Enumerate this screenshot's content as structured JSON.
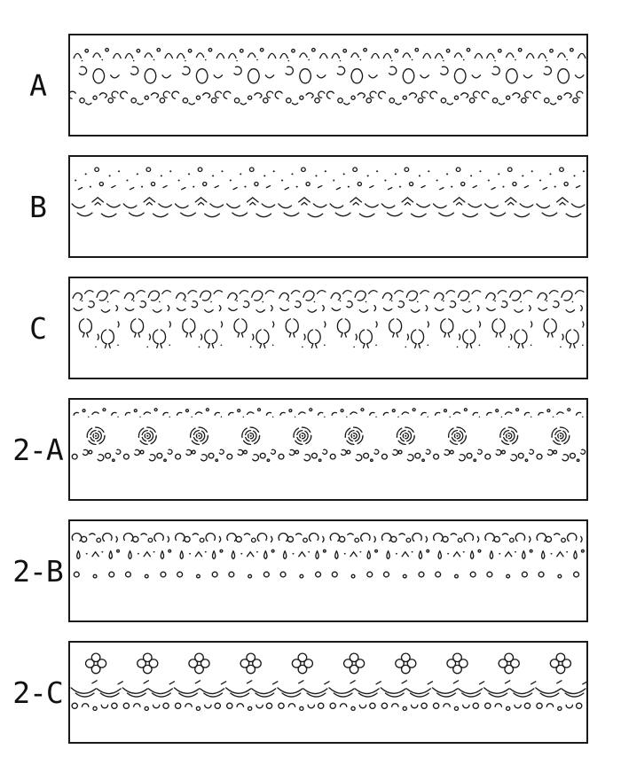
{
  "page": {
    "background_color": "#ffffff",
    "ink_color": "#1a1a1a",
    "description": "Six labeled sample panels of lace / decorative punch border patterns"
  },
  "panels": [
    {
      "label": "A",
      "pattern": "eyelet-loop-scroll-lace-border"
    },
    {
      "label": "B",
      "pattern": "dot-chevron-scallop-lace-border"
    },
    {
      "label": "C",
      "pattern": "bell-flower-scroll-lace-border"
    },
    {
      "label": "2-A",
      "pattern": "rose-eyelet-lace-border"
    },
    {
      "label": "2-B",
      "pattern": "curl-teardrop-dot-lace-border"
    },
    {
      "label": "2-C",
      "pattern": "clover-scallop-dot-lace-border"
    }
  ]
}
